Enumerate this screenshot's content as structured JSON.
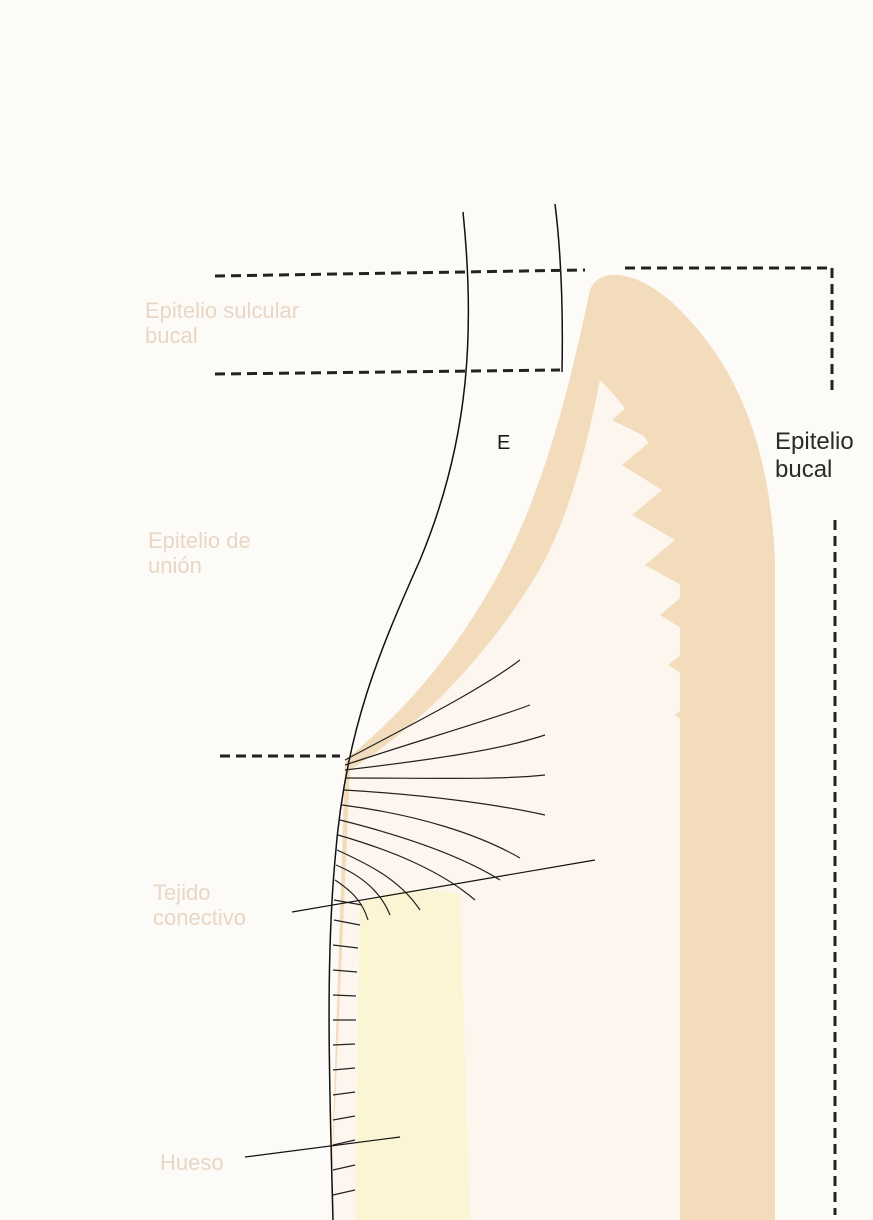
{
  "labels": {
    "sulcular": "Epitelio sulcular\nbucal",
    "union": "Epitelio de\nunión",
    "conectivo": "Tejido\nconectivo",
    "hueso": "Hueso",
    "bucal": "Epitelio\nbucal",
    "enamel": "E"
  },
  "colors": {
    "epithelium": "#f3dcbc",
    "connective": "#fdf6ee",
    "bone": "#fbf5d4",
    "line": "#111111",
    "faded_text": "#e9d6c4"
  }
}
